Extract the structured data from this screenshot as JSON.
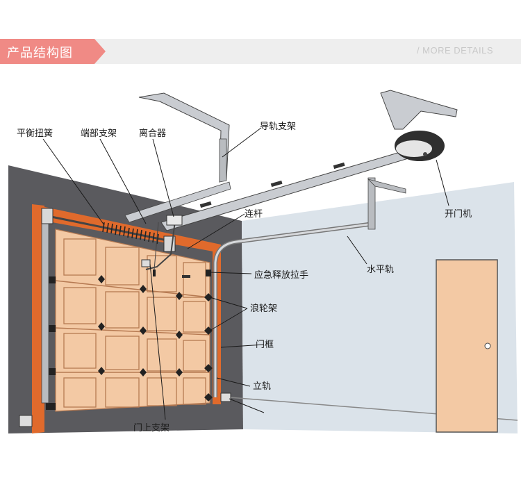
{
  "header": {
    "title": "产品结构图",
    "subtitle": "/ MORE DETAILS",
    "accent_color": "#f08a85"
  },
  "labels": {
    "balance_spring": "平衡扭簧",
    "end_bracket": "端部支架",
    "clutch": "离合器",
    "rail_bracket": "导轨支架",
    "opener": "开门机",
    "link_rod": "连杆",
    "emergency_release": "应急释放拉手",
    "roller_bracket": "浪轮架",
    "door_frame": "门框",
    "horizontal_rail": "水平轨",
    "vertical_rail": "立轨",
    "top_bracket": "门上支架"
  },
  "colors": {
    "wall_dark": "#5a5a5e",
    "wall_light": "#d9e1e8",
    "door_panel": "#f3c9a4",
    "frame_orange": "#e06a2c",
    "rail_gray": "#9ea2a8"
  }
}
